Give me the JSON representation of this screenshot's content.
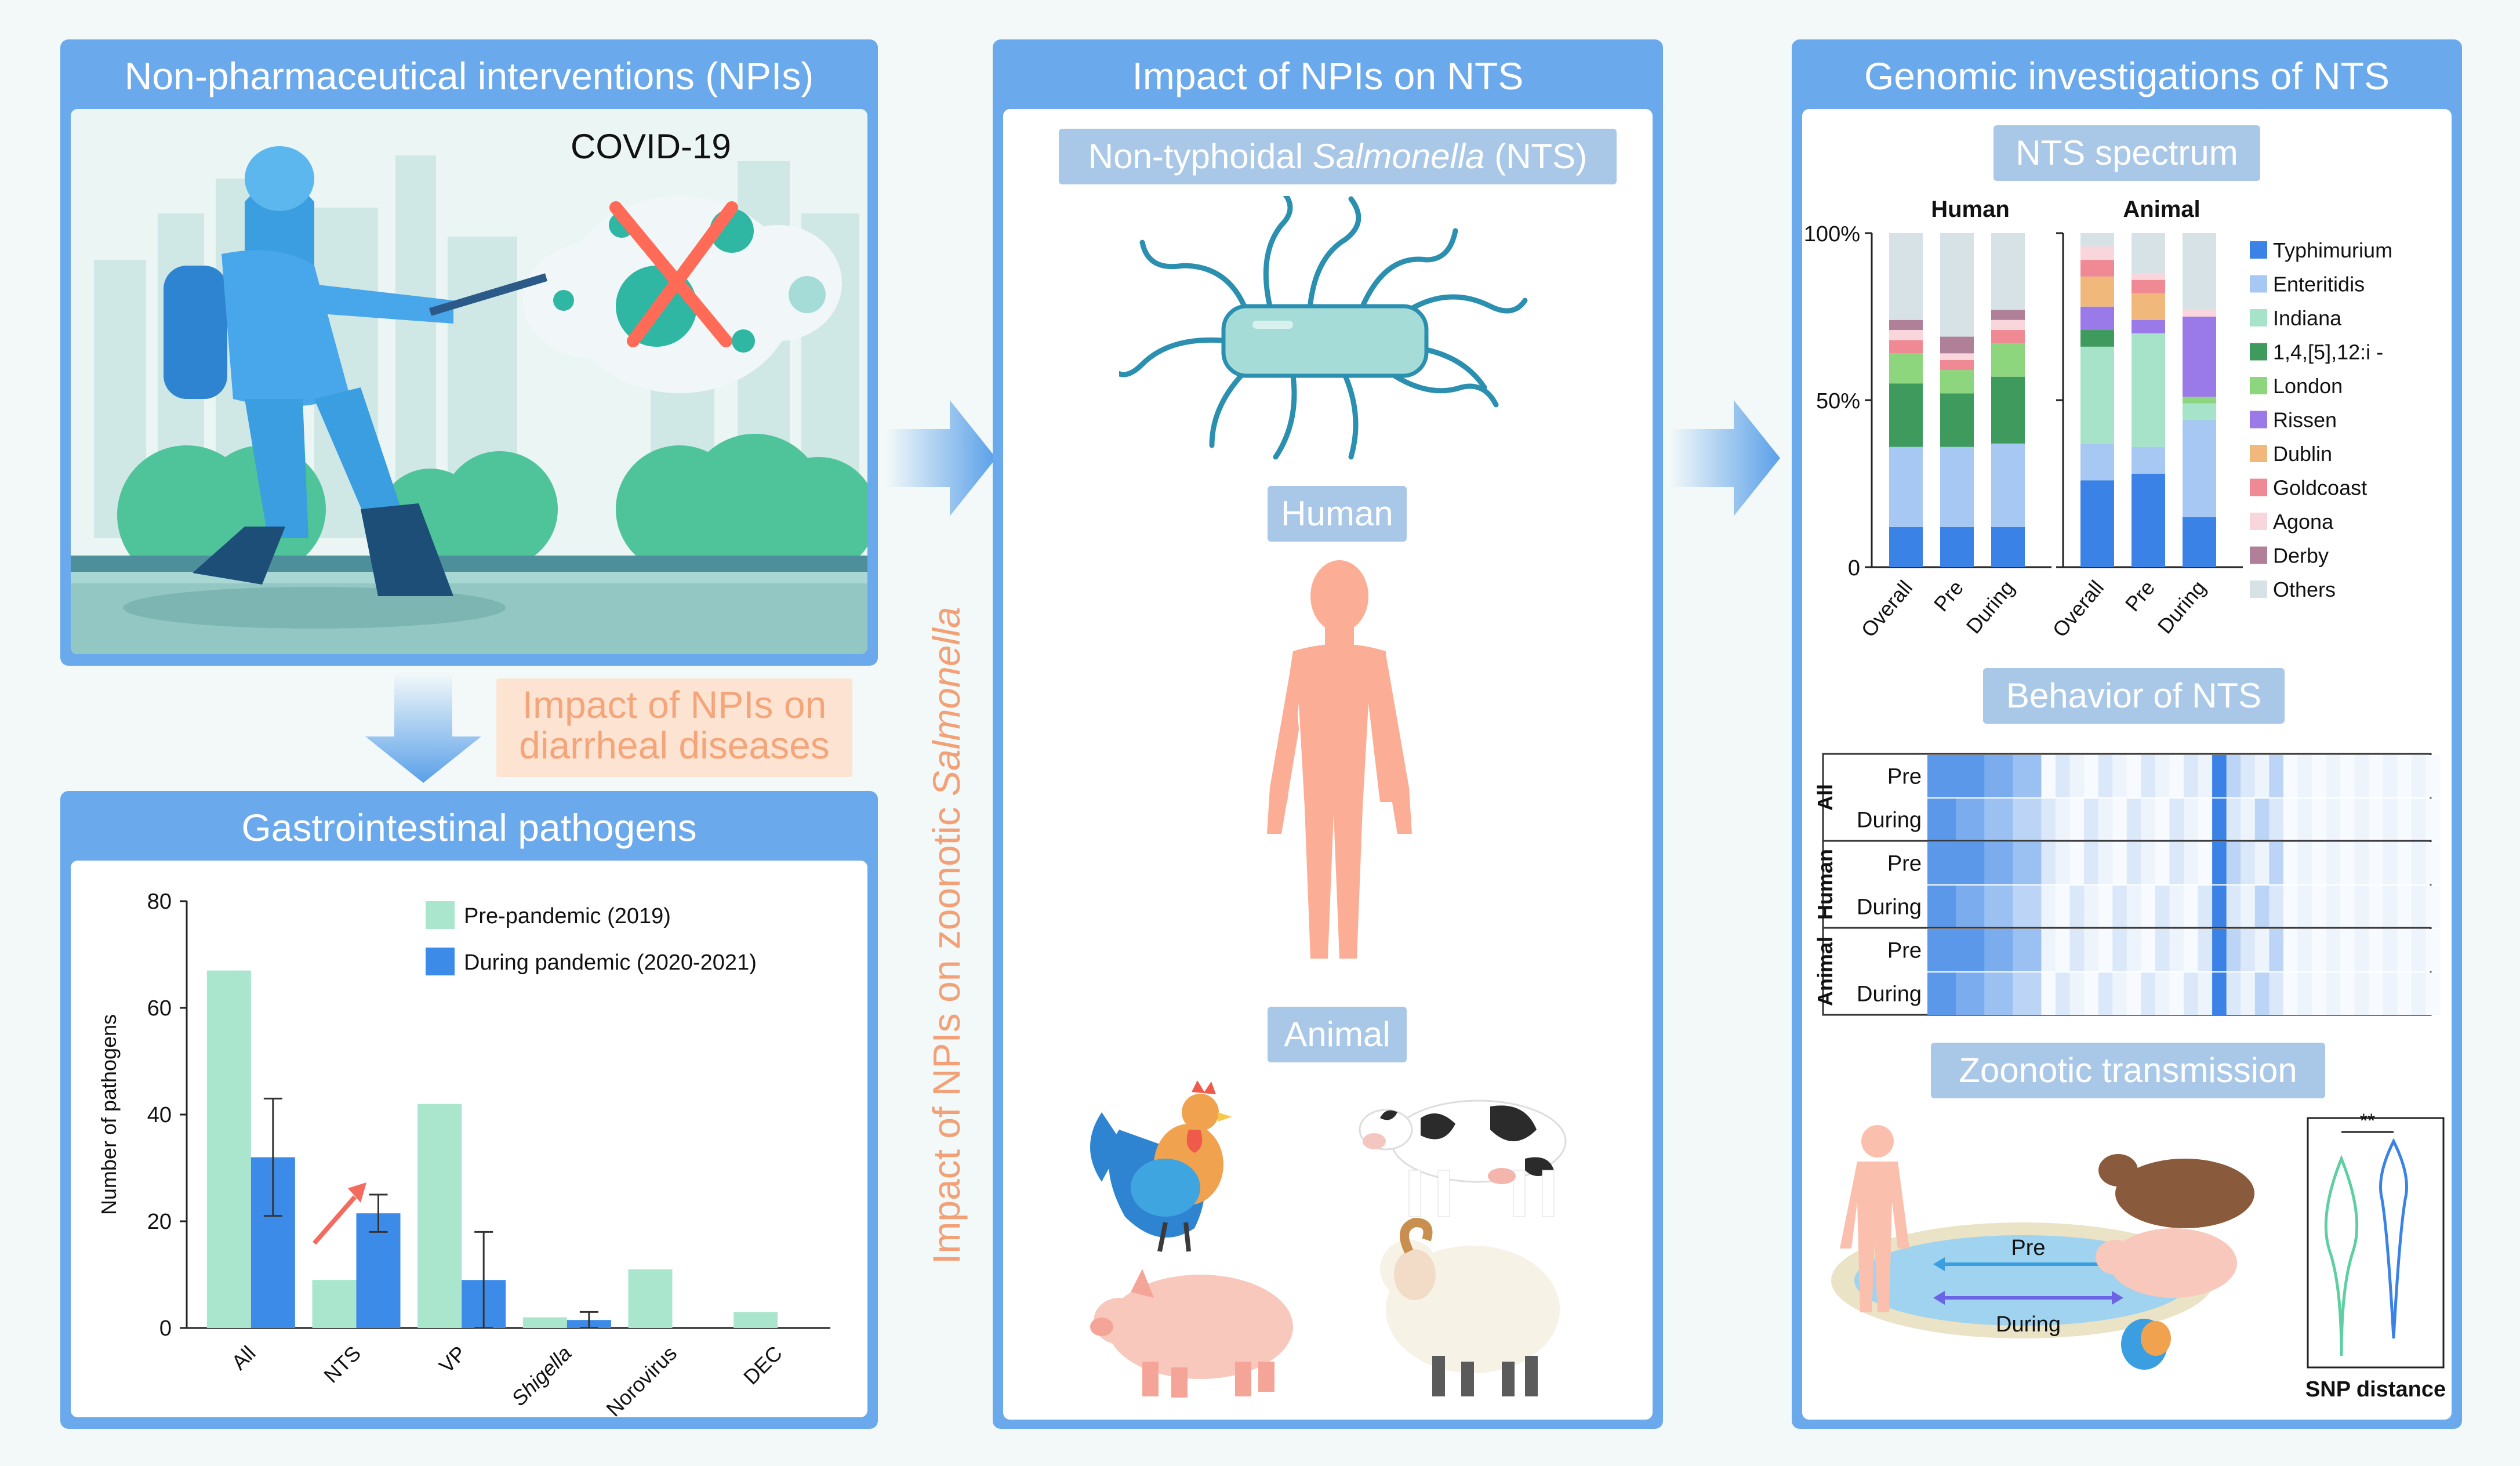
{
  "panels": {
    "left_top_title": "Non-pharmaceutical interventions (NPIs)",
    "left_bottom_title": "Gastrointestinal pathogens",
    "middle_title": "Impact of NPIs on NTS",
    "right_title": "Genomic investigations of NTS"
  },
  "covid_label": "COVID-19",
  "impact_box": {
    "line1": "Impact of NPIs on",
    "line2": "diarrheal diseases"
  },
  "vertical_label": {
    "prefix": "Impact of NPIs on zoonotic ",
    "italic": "Salmonella"
  },
  "middle": {
    "nts_tag_prefix": "Non-typhoidal ",
    "nts_tag_italic": "Salmonella",
    "nts_tag_suffix": " (NTS)",
    "human_tag": "Human",
    "animal_tag": "Animal"
  },
  "right": {
    "spectrum_tag": "NTS spectrum",
    "behavior_tag": "Behavior of NTS",
    "zoonotic_tag": "Zoonotic transmission",
    "human_label": "Human",
    "animal_label": "Animal",
    "y_ticks": [
      "100%",
      "50%",
      "0"
    ],
    "x_ticks": [
      "Overall",
      "Pre",
      "During"
    ],
    "legend": [
      {
        "name": "Typhimurium",
        "color": "#3b82e6"
      },
      {
        "name": "Enteritidis",
        "color": "#a7c8f2"
      },
      {
        "name": "Indiana",
        "color": "#a6e3c9"
      },
      {
        "name": "1,4,[5],12:i -",
        "color": "#3f9b5d"
      },
      {
        "name": "London",
        "color": "#8dd67e"
      },
      {
        "name": "Rissen",
        "color": "#9a7ae8"
      },
      {
        "name": "Dublin",
        "color": "#f1b87c"
      },
      {
        "name": "Goldcoast",
        "color": "#ef8a94"
      },
      {
        "name": "Agona",
        "color": "#f8d6dc"
      },
      {
        "name": "Derby",
        "color": "#b07f98"
      },
      {
        "name": "Others",
        "color": "#d7e2e6"
      }
    ],
    "heat_groups": [
      "All",
      "Human",
      "Animal"
    ],
    "heat_rows": [
      "Pre",
      "During"
    ],
    "transmission_pre": "Pre",
    "transmission_during": "During",
    "snp_label": "SNP distance",
    "sig": "**"
  },
  "spectrum_data": {
    "human": [
      [
        12,
        24,
        0,
        19,
        9,
        0,
        0,
        4,
        3,
        3,
        26
      ],
      [
        12,
        24,
        0,
        16,
        7,
        0,
        0,
        3,
        2,
        5,
        31
      ],
      [
        12,
        25,
        0,
        20,
        10,
        0,
        0,
        4,
        3,
        3,
        23
      ]
    ],
    "animal": [
      [
        26,
        11,
        29,
        5,
        0,
        7,
        9,
        5,
        4,
        0,
        4
      ],
      [
        28,
        8,
        34,
        0,
        0,
        4,
        8,
        4,
        2,
        0,
        12
      ],
      [
        15,
        29,
        5,
        0,
        2,
        24,
        0,
        0,
        2,
        0,
        23
      ]
    ]
  },
  "chart_data": {
    "type": "bar",
    "categories": [
      "All",
      "NTS",
      "VP",
      "Shigella",
      "Norovirus",
      "DEC"
    ],
    "ylabel": "Number of pathogens",
    "ylim": [
      0,
      80
    ],
    "yticks": [
      0,
      20,
      40,
      60,
      80
    ],
    "series": [
      {
        "name": "Pre-pandemic (2019)",
        "color": "#a9e6cd",
        "values": [
          67,
          9,
          42,
          2,
          11,
          3
        ]
      },
      {
        "name": "During pandemic (2020-2021)",
        "color": "#3d8be8",
        "values": [
          32,
          21.5,
          9,
          1.5,
          0,
          0
        ],
        "error": [
          11,
          3.5,
          9,
          1.5,
          0,
          0
        ]
      }
    ]
  }
}
